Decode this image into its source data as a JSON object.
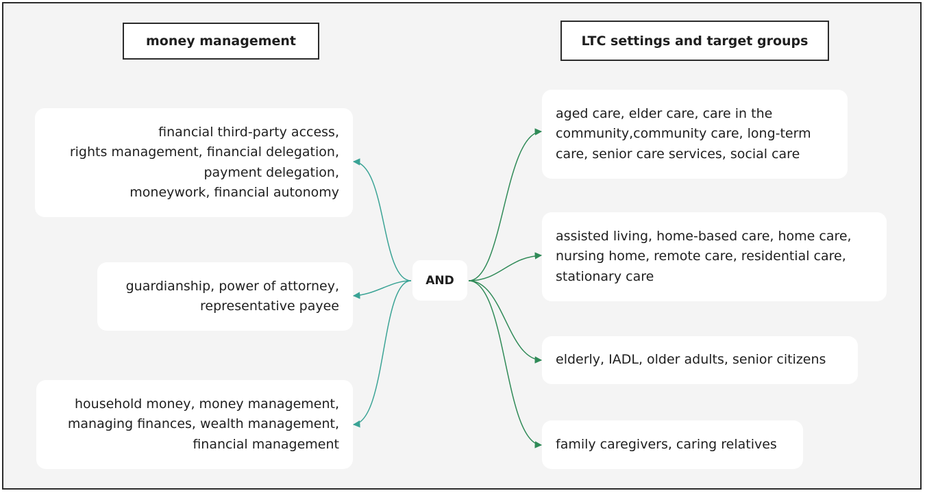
{
  "headers": {
    "left": "money management",
    "right": "LTC settings and target groups"
  },
  "center": {
    "label": "AND"
  },
  "left_nodes": [
    {
      "text": "financial third-party access,\nrights management, financial delegation,\npayment delegation,\nmoneywork, financial autonomy"
    },
    {
      "text": "guardianship, power of attorney,\nrepresentative payee"
    },
    {
      "text": "household money, money management,\nmanaging finances, wealth management,\nfinancial management"
    }
  ],
  "right_nodes": [
    {
      "text": "aged care, elder care, care in the\ncommunity,community care, long-term\ncare, senior care services, social care"
    },
    {
      "text": "assisted living, home-based care, home care,\nnursing home, remote care, residential care,\nstationary care"
    },
    {
      "text": "elderly, IADL, older adults, senior citizens"
    },
    {
      "text": "family caregivers, caring relatives"
    }
  ],
  "colors": {
    "left_connector": "#3aa395",
    "right_connector": "#2f8a57",
    "frame_background": "#f4f4f4",
    "border": "#2b2b2b"
  }
}
